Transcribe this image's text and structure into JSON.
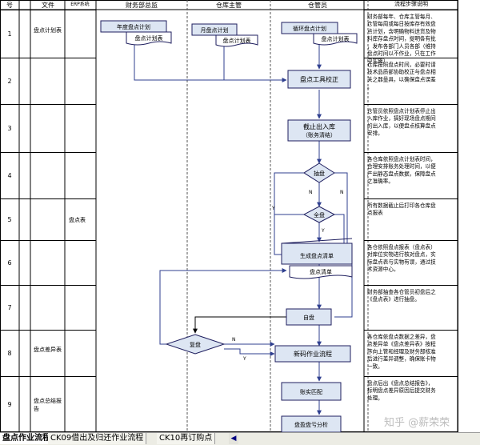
{
  "columns": {
    "no": "号",
    "doc": "文件",
    "erp": "ERP系统",
    "lane_finance": "财务部总监",
    "lane_warehouse_mgr": "仓库主管",
    "lane_warehouse_staff": "仓管员",
    "desc": "流程步骤说明"
  },
  "rows": [
    {
      "num": "1",
      "doc": "盘点计划表",
      "erp": "",
      "desc": "财务部每年、仓库主管每月、仓管每周或每日按库存有效盘点计划，含明确物料送货及物料库存盘点时间，提明各有批，发布各部门人员各部（维持盘点时间以不作业，只在工作中实施）"
    },
    {
      "num": "2",
      "doc": "",
      "erp": "",
      "desc": "仓库按照盘点时间，必要时请技术品质部协助校正与盘点相关之器量具，以确保盘点误差。"
    },
    {
      "num": "3",
      "doc": "",
      "erp": "",
      "desc": "仓管员依照盘点计划表停止出入库作业，搞好现场盘点期间的出入库，以便盘点核算盘点安排。"
    },
    {
      "num": "4",
      "doc": "",
      "erp": "",
      "desc": "各仓库依照盘点计划表时间，合理安排账务处理时间，以便产出静态盘点数据，保障盘点之准确率。"
    },
    {
      "num": "5",
      "doc": "",
      "erp": "盘点表",
      "desc": "所有数据截止后打印各仓库盘点报表"
    },
    {
      "num": "6",
      "doc": "",
      "erp": "",
      "desc": "各仓依照盘点报表（盘点表）对库位实物进行核对盘点，实际盘点表与实物有误，通过技术资源中心。"
    },
    {
      "num": "7",
      "doc": "",
      "erp": "",
      "desc": "财务部抽查各仓管员初盘后之《盘点表》进行抽盘。"
    },
    {
      "num": "8",
      "doc": "盘点差异表",
      "erp": "",
      "desc": "各仓库依盘点数据之差异，盘点差异单《盘点差异表》按程序向上管和经理及财务部核准后进行差异调整，确保账卡物一致。"
    },
    {
      "num": "9",
      "doc": "盘点总结报告",
      "erp": "",
      "desc": "盘点后出《盘点总结报告》，标明盘点差异原因后提交财务处理。"
    }
  ],
  "flow": {
    "annual_plan": "年度盘点计划",
    "annual_sheet": "盘点计划表",
    "monthly_plan": "月盘点计划",
    "monthly_sheet": "盘点计划表",
    "cycle_plan": "循环盘点计划",
    "cycle_sheet": "盘点计划表",
    "tool_calibration": "盘点工具校正",
    "stop_io": "截止出入库",
    "stop_io_sub": "（账务清结）",
    "spot_check": "抽盘",
    "full_count": "全盘",
    "gen_count_sheet": "生成盘点清单",
    "count_sheet": "盘点清单",
    "recount": "复盘",
    "self_count": "自盘",
    "new_code_flow": "新码作业流程",
    "account_match": "账实匹配",
    "report_analysis": "盘盈盘亏分析",
    "yes": "Y",
    "no": "N"
  },
  "tabs": [
    {
      "label": "盘点作业流程",
      "active": true
    },
    {
      "label": "CK09借出及归还作业流程",
      "active": false
    },
    {
      "label": "CK10再订购点",
      "active": false
    }
  ],
  "watermark": "知乎 @薪荣荣",
  "colors": {
    "line": "#000000",
    "flow_line": "#2f3f8f",
    "box_fill": "#dde6f3",
    "box_stroke": "#1f1f5f",
    "lane_dash": "#555555"
  }
}
